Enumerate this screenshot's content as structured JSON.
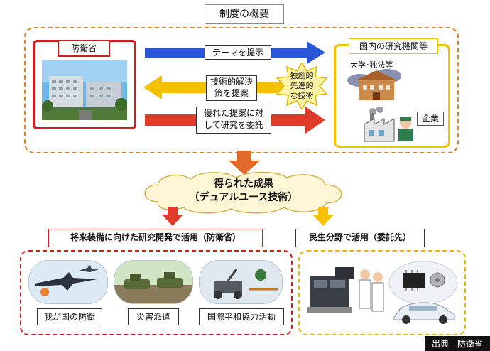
{
  "title": "制度の概要",
  "mod": {
    "label": "防衛省"
  },
  "research": {
    "label": "国内の研究機関等",
    "univ": "大学･独法等",
    "company": "企業"
  },
  "arrows": {
    "theme": "テーマを提示",
    "proposal": "技術的解決\n策を提案",
    "commission": "優れた提案に対\nして研究を委託"
  },
  "burst": "独創的\n先進的\nな技術",
  "cloud": {
    "line1": "得られた成果",
    "line2": "（デュアルユース技術）"
  },
  "defense": {
    "header": "将来装備に向けた研究開発で活用（防衛省）",
    "captions": [
      "我が国の防衛",
      "災害派遣",
      "国際平和協力活動"
    ]
  },
  "civil": {
    "header": "民生分野で活用（委託先）"
  },
  "footer": "出典　防衛省",
  "colors": {
    "red": "#cc2020",
    "blue": "#2a57d6",
    "yellow": "#f2c200",
    "orange": "#d9832a"
  }
}
